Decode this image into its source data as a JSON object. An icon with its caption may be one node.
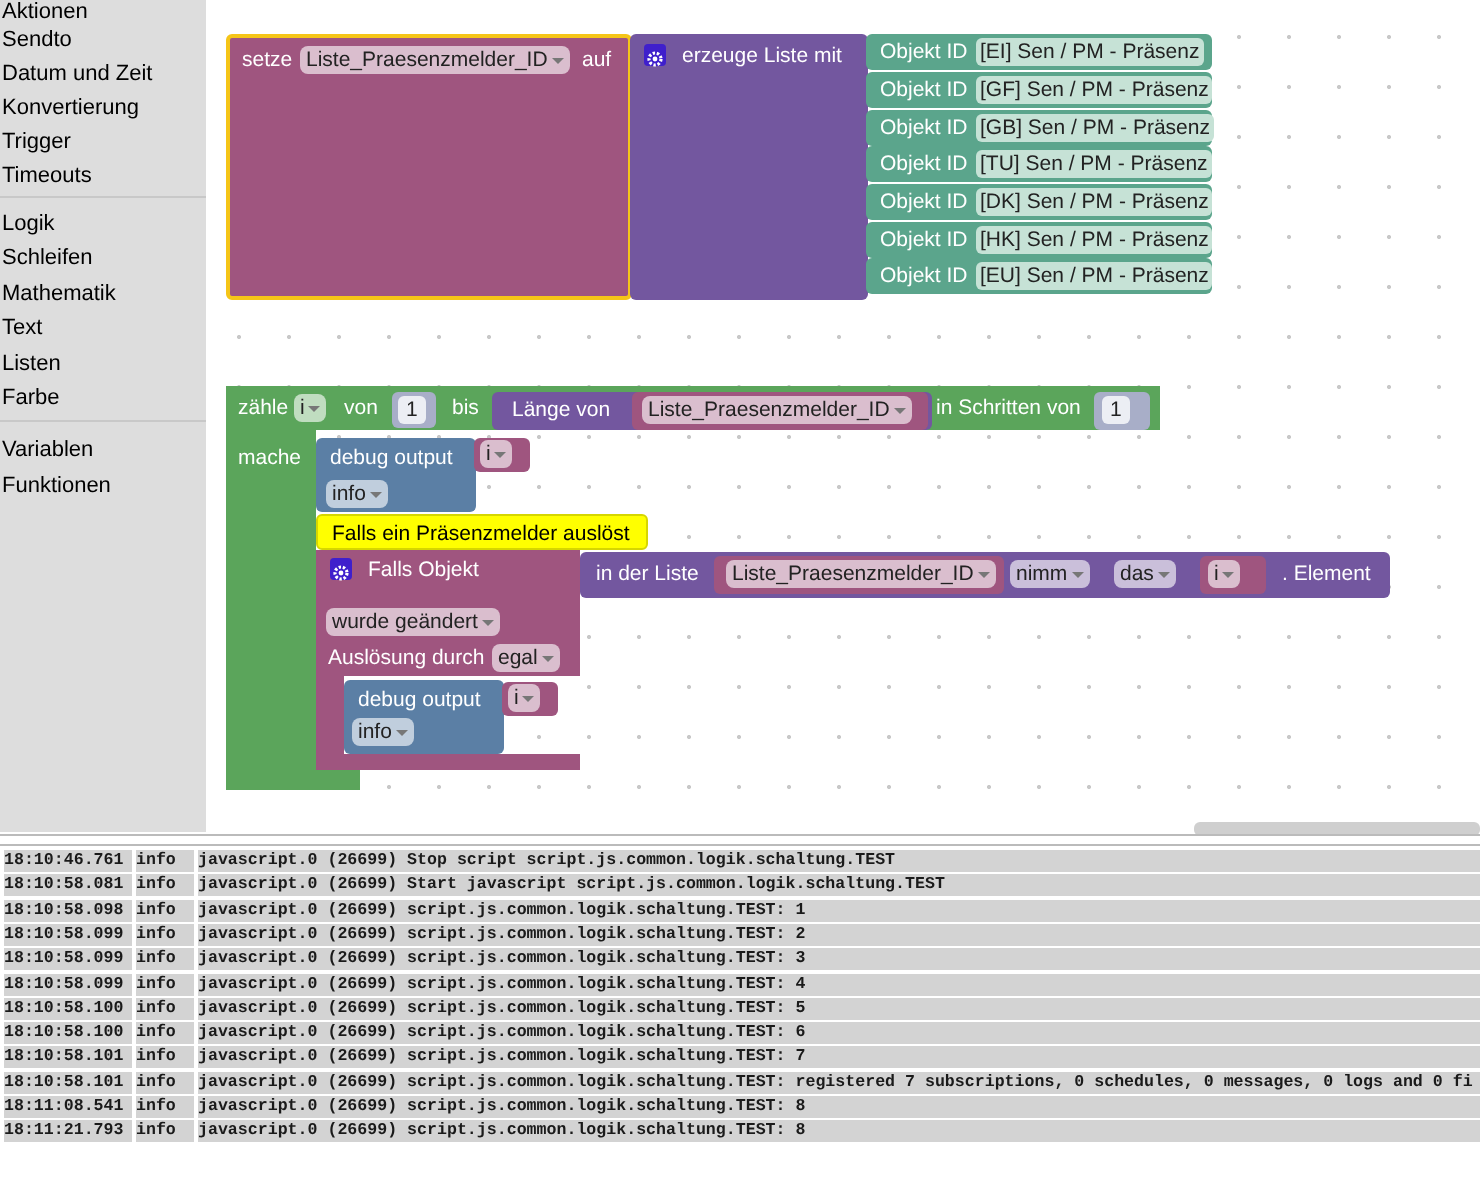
{
  "diagram": {
    "nodes": [
      {
        "text": [
          "setze",
          "Liste_Praesenzmelder_ID",
          "auf"
        ]
      },
      {
        "text": [
          "erzeuge Liste mit"
        ]
      },
      {
        "text": [
          "Objekt ID",
          "[EI] Sen / PM - Präsenz"
        ]
      },
      {
        "text": [
          "Objekt ID",
          "[GF] Sen / PM - Präsenz"
        ]
      },
      {
        "text": [
          "Objekt ID",
          "[GB] Sen / PM - Präsenz"
        ]
      },
      {
        "text": [
          "Objekt ID",
          "[TU] Sen / PM - Präsenz"
        ]
      },
      {
        "text": [
          "Objekt ID",
          "[DK] Sen / PM - Präsenz"
        ]
      },
      {
        "text": [
          "Objekt ID",
          "[HK] Sen / PM - Präsenz"
        ]
      },
      {
        "text": [
          "Objekt ID",
          "[EU] Sen / PM - Präsenz"
        ]
      },
      {
        "text": [
          "zähle",
          "i",
          "von",
          "bis",
          "in Schritten von",
          "mache"
        ]
      },
      {
        "text": [
          "1"
        ],
        "in": 9
      },
      {
        "text": [
          "Länge von"
        ],
        "in": 9
      },
      {
        "text": [
          "Liste_Praesenzmelder_ID"
        ],
        "in": 11
      },
      {
        "text": [
          "1"
        ],
        "in": 9
      },
      {
        "text": [
          "debug output",
          "info"
        ],
        "in": 9
      },
      {
        "text": [
          "i"
        ],
        "in": 9
      },
      {
        "text": [
          "Falls ein Präsenzmelder auslöst"
        ],
        "in": 9
      },
      {
        "text": [
          "Falls Objekt",
          "wurde geändert",
          "Auslösung durch",
          "egal"
        ],
        "in": 9
      },
      {
        "text": [
          "in der Liste",
          "nimm",
          "das",
          ". Element"
        ]
      },
      {
        "text": [
          "Liste_Praesenzmelder_ID"
        ],
        "in": 18
      },
      {
        "text": [
          "i"
        ],
        "in": 18
      },
      {
        "text": [
          "debug output",
          "info"
        ],
        "in": 17
      },
      {
        "text": [
          "i"
        ],
        "in": 17
      }
    ],
    "labels": [
      "Aktionen",
      "Sendto",
      "Datum und Zeit",
      "Konvertierung",
      "Trigger",
      "Timeouts",
      "Logik",
      "Schleifen",
      "Mathematik",
      "Text",
      "Listen",
      "Farbe",
      "Variablen",
      "Funktionen",
      "18:10:46.761",
      "info",
      "javascript.0 (26699) Stop script script.js.common.logik.schaltung.TEST",
      "18:10:58.081",
      "info",
      "javascript.0 (26699) Start javascript script.js.common.logik.schaltung.TEST",
      "18:10:58.098",
      "info",
      "javascript.0 (26699) script.js.common.logik.schaltung.TEST: 1",
      "18:10:58.099",
      "info",
      "javascript.0 (26699) script.js.common.logik.schaltung.TEST: 2",
      "18:10:58.099",
      "info",
      "javascript.0 (26699) script.js.common.logik.schaltung.TEST: 3",
      "18:10:58.099",
      "info",
      "javascript.0 (26699) script.js.common.logik.schaltung.TEST: 4",
      "18:10:58.100",
      "info",
      "javascript.0 (26699) script.js.common.logik.schaltung.TEST: 5",
      "18:10:58.100",
      "info",
      "javascript.0 (26699) script.js.common.logik.schaltung.TEST: 6",
      "18:10:58.101",
      "info",
      "javascript.0 (26699) script.js.common.logik.schaltung.TEST: 7",
      "18:10:58.101",
      "info",
      "javascript.0 (26699) script.js.common.logik.schaltung.TEST: registered 7 subscriptions, 0 schedules, 0 messages, 0 logs and 0 fi",
      "18:11:08.541",
      "info",
      "javascript.0 (26699) script.js.common.logik.schaltung.TEST: 8",
      "18:11:21.793",
      "info",
      "javascript.0 (26699) script.js.common.logik.schaltung.TEST: 8"
    ]
  }
}
